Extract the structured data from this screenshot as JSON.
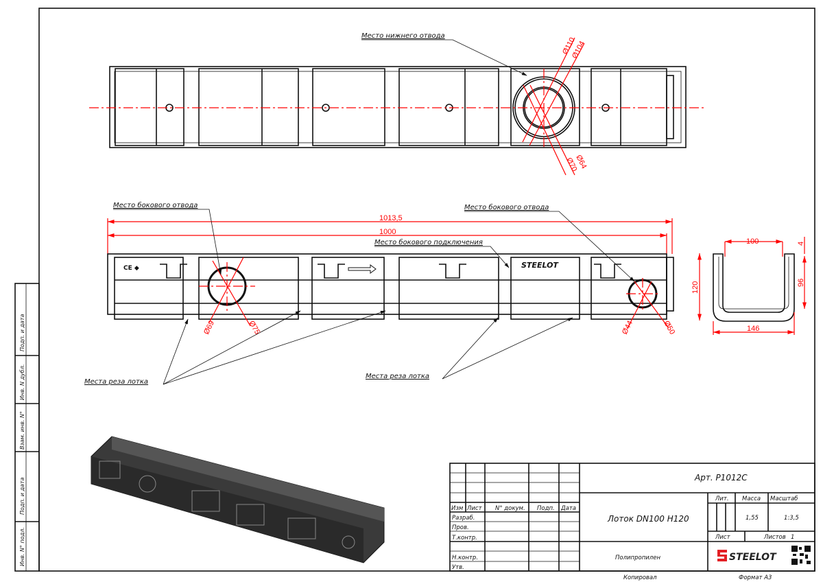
{
  "top_view": {
    "callout_bottom_outlet": "Место нижнего отвода",
    "dims": {
      "d110": "Ø110",
      "d104": "Ø104",
      "d70": "Ø70",
      "d64": "Ø64"
    }
  },
  "side_view": {
    "callout_side_outlet_left": "Место бокового отвода",
    "callout_side_outlet_right": "Место бокового отвода",
    "callout_side_connection": "Место бокового подключения",
    "callout_cut_left": "Места реза лотка",
    "callout_cut_right": "Места реза лотка",
    "dim_total": "1013,5",
    "dim_length": "1000",
    "dims": {
      "d69": "Ø69",
      "d75": "Ø75",
      "d44": "Ø44",
      "d50": "Ø50"
    },
    "logo": "STEELOT"
  },
  "section": {
    "width_inner": "100",
    "rim": "4",
    "height": "120",
    "depth": "96",
    "width_outer": "146"
  },
  "left_strip": [
    "Инв. N° подл.",
    "Подп. и дата",
    "Взам. инв. N°",
    "Инв. N дубл.",
    "Подп. и дата"
  ],
  "title_block": {
    "article": "Арт. P1012C",
    "name": "Лоток DN100 H120",
    "material": "Полипропилен",
    "columns": [
      "Изм",
      "Лист",
      "N° докум.",
      "Подп.",
      "Дата"
    ],
    "roles": [
      "Разраб.",
      "Пров.",
      "Т.контр.",
      "Н.контр.",
      "Утв."
    ],
    "lit_label": "Лит.",
    "mass_label": "Масса",
    "scale_label": "Масштаб",
    "mass": "1,55",
    "scale": "1:3,5",
    "sheet_label": "Лист",
    "sheets_label": "Листов",
    "sheets": "1",
    "logo": "STEELOT",
    "copied": "Копировал",
    "format": "Формат А3"
  }
}
